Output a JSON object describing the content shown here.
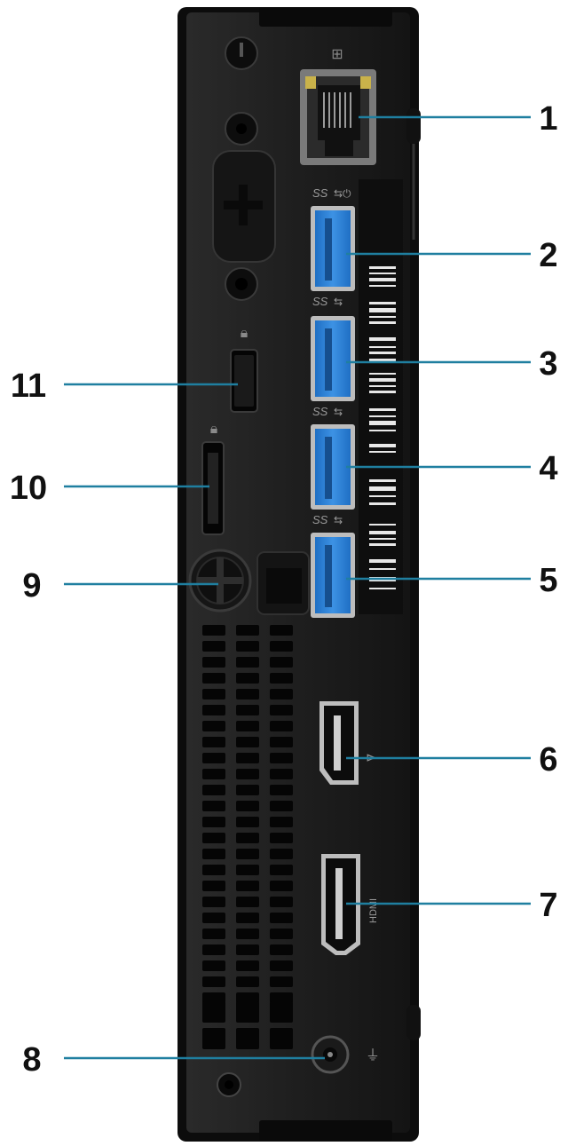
{
  "callouts": [
    {
      "number": "1",
      "part": "network-port"
    },
    {
      "number": "2",
      "part": "usb3-port-power-share"
    },
    {
      "number": "3",
      "part": "usb3-port"
    },
    {
      "number": "4",
      "part": "usb3-port"
    },
    {
      "number": "5",
      "part": "usb3-port"
    },
    {
      "number": "6",
      "part": "displayport"
    },
    {
      "number": "7",
      "part": "hdmi-port"
    },
    {
      "number": "8",
      "part": "power-connector"
    },
    {
      "number": "9",
      "part": "thumbscrew"
    },
    {
      "number": "10",
      "part": "padlock-ring"
    },
    {
      "number": "11",
      "part": "security-cable-slot"
    }
  ],
  "port_symbols": {
    "usb_superspeed": "SS",
    "hdmi": "HDMI"
  },
  "colors": {
    "chassis": "#1c1c1c",
    "chassis_edge": "#0a0a0a",
    "callout_line": "#1f7fa0",
    "usb_blue": "#2a7fd4",
    "callout_text": "#111111"
  }
}
